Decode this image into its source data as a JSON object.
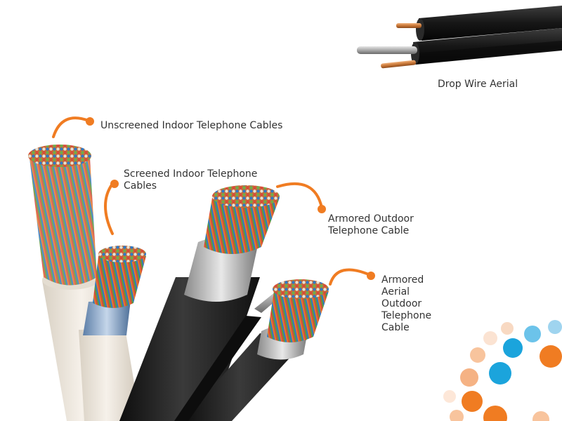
{
  "labels": {
    "drop_wire_aerial": "Drop Wire Aerial",
    "unscreened_indoor": "Unscreened Indoor Telephone Cables",
    "screened_indoor_line1": "Screened Indoor Telephone",
    "screened_indoor_line2": "Cables",
    "armored_outdoor_line1": "Armored Outdoor",
    "armored_outdoor_line2": "Telephone Cable",
    "armored_aerial_line1": "Armored",
    "armored_aerial_line2": "Aerial",
    "armored_aerial_line3": "Outdoor",
    "armored_aerial_line4": "Telephone",
    "armored_aerial_line5": "Cable"
  },
  "colors": {
    "accent_orange": "#f07c22",
    "accent_blue": "#1ba4dc",
    "cable_black": "#1f1f1f",
    "cable_cream": "#ede6da",
    "text": "#333333"
  },
  "icons": [
    "cable-illustration",
    "callout-arc",
    "decorative-dots"
  ]
}
